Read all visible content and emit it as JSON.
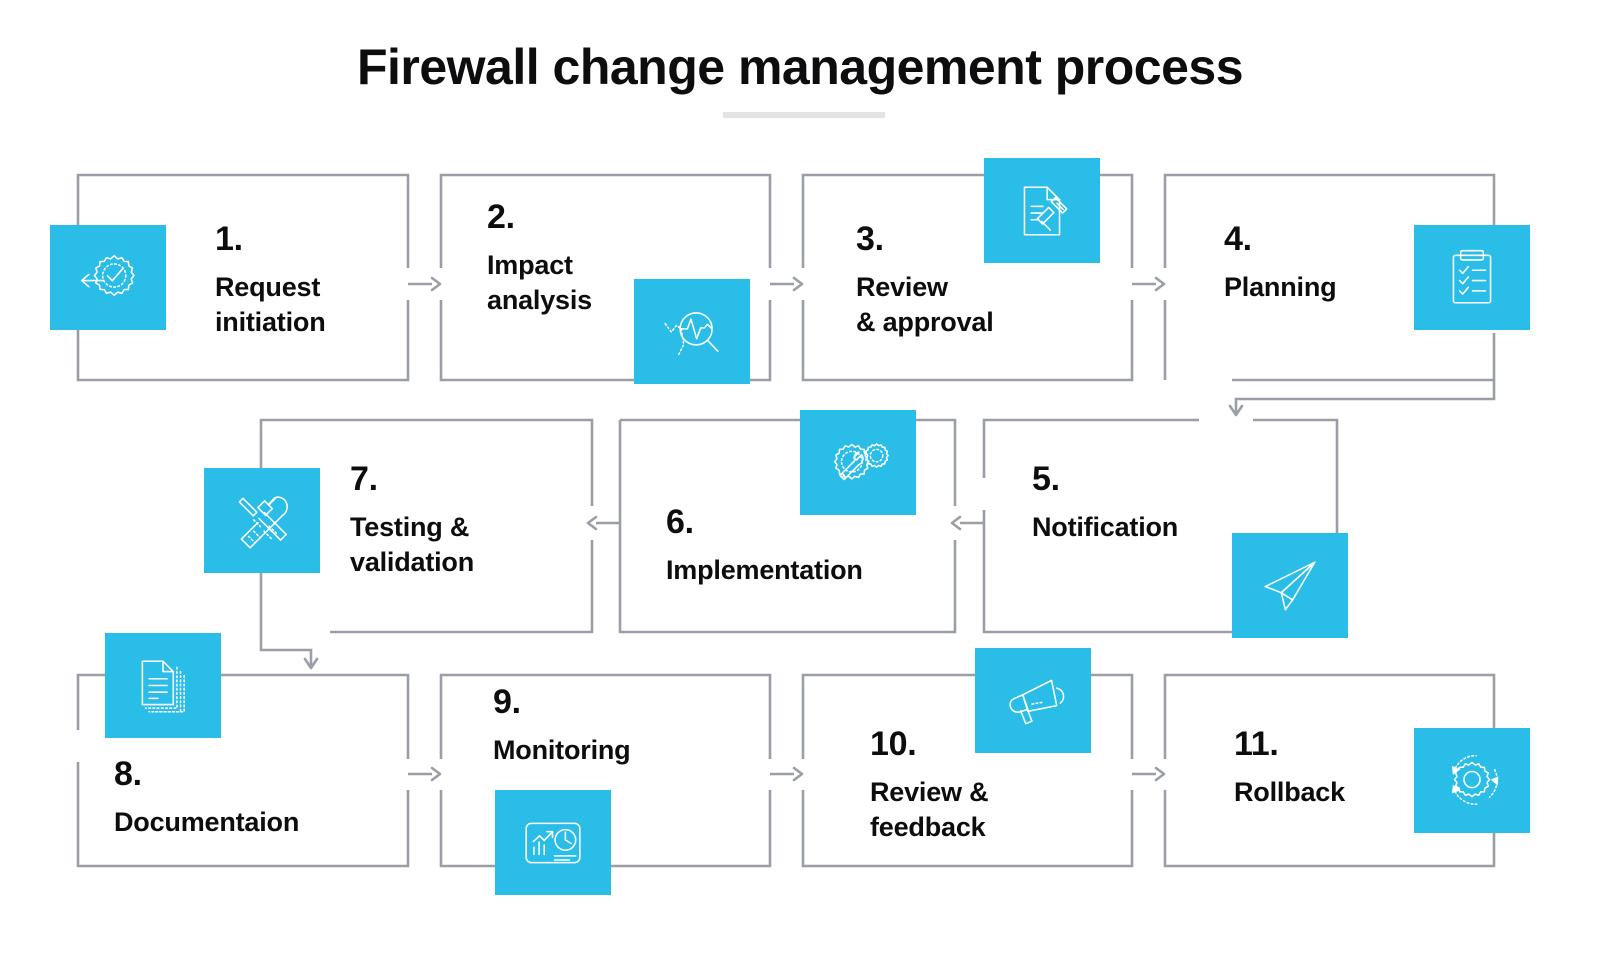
{
  "header": {
    "title": "Firewall change management process"
  },
  "theme": {
    "accent": "#29bde8",
    "line": "#9a9ea6",
    "text": "#0d0d0f",
    "rule": "#e2e3e5",
    "background": "#ffffff"
  },
  "steps": [
    {
      "num": "1.",
      "label": "Request\ninitiation",
      "icon": "gear-check-icon"
    },
    {
      "num": "2.",
      "label": "Impact\nanalysis",
      "icon": "chart-magnifier-icon"
    },
    {
      "num": "3.",
      "label": "Review\n& approval",
      "icon": "document-gavel-icon"
    },
    {
      "num": "4.",
      "label": "Planning",
      "icon": "clipboard-checklist-icon"
    },
    {
      "num": "5.",
      "label": "Notification",
      "icon": "paper-plane-icon"
    },
    {
      "num": "6.",
      "label": "Implementation",
      "icon": "wrench-gears-icon"
    },
    {
      "num": "7.",
      "label": "Testing &\nvalidation",
      "icon": "screwdriver-wrench-icon"
    },
    {
      "num": "8.",
      "label": "Documentaion",
      "icon": "document-stack-icon"
    },
    {
      "num": "9.",
      "label": "Monitoring",
      "icon": "analytics-dashboard-icon"
    },
    {
      "num": "10.",
      "label": "Review &\nfeedback",
      "icon": "megaphone-icon"
    },
    {
      "num": "11.",
      "label": "Rollback",
      "icon": "rotating-gear-icon"
    }
  ]
}
